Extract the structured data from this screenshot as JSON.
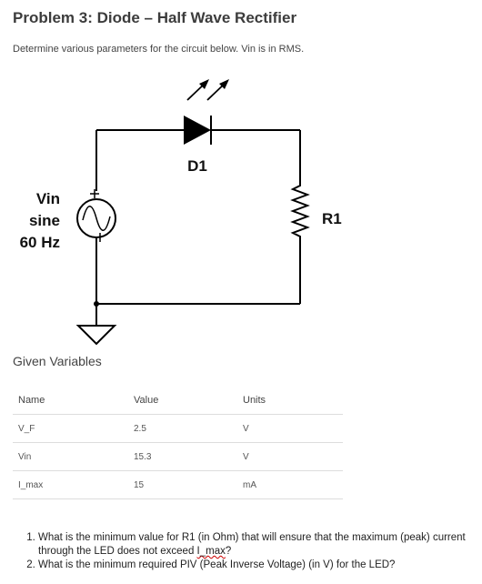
{
  "problem": {
    "title": "Problem 3: Diode – Half Wave Rectifier",
    "subtitle": "Determine various parameters for the circuit below.  Vin is in RMS."
  },
  "circuit": {
    "source_label_1": "Vin",
    "source_label_2": "sine",
    "source_label_3": "60 Hz",
    "diode_label": "D1",
    "resistor_label": "R1"
  },
  "given_variables": {
    "heading": "Given Variables",
    "columns": [
      "Name",
      "Value",
      "Units"
    ],
    "rows": [
      [
        "V_F",
        "2.5",
        "V"
      ],
      [
        "Vin",
        "15.3",
        "V"
      ],
      [
        "I_max",
        "15",
        "mA"
      ]
    ]
  },
  "questions": {
    "q1_before": "What is the minimum value for R1 (in Ohm) that will ensure that the maximum (peak) current through the LED does not exceed ",
    "q1_term": "I_max",
    "q1_after": "?",
    "q2": "What is the minimum required PIV (Peak Inverse Voltage) (in V) for the LED?"
  }
}
